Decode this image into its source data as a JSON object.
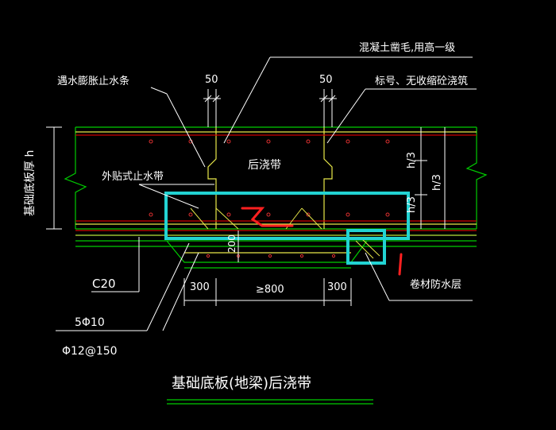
{
  "labels": {
    "concrete_note_1": "混凝土凿毛,用高一级",
    "concrete_note_2": "标号、无收缩砼浇筑",
    "swelling_strip": "遇水膨胀止水条",
    "dim_50_left": "50",
    "dim_50_right": "50",
    "post_pour_band": "后浇带",
    "external_waterstop": "外贴式止水带",
    "slab_thickness": "基础底板厚 h",
    "h3_top": "h/3",
    "h3_mid": "h/3",
    "h3_low": "h/3",
    "dim_200": "200",
    "c20": "C20",
    "membrane": "卷材防水层",
    "dim_300_left": "300",
    "dim_800": "≥800",
    "dim_300_right": "300",
    "rebar_5phi10": "5Φ10",
    "rebar_phi12": "Φ12@150",
    "title": "基础底板(地梁)后浇带"
  },
  "colors": {
    "background": "#000000",
    "concrete_line": "#00cc00",
    "text": "#ffffff",
    "highlight_box": "#22d3d3",
    "annotation": "#ff2020",
    "rebar": "#e8e84a",
    "rebar_red": "#cc0000",
    "dimension": "#ffffff"
  }
}
